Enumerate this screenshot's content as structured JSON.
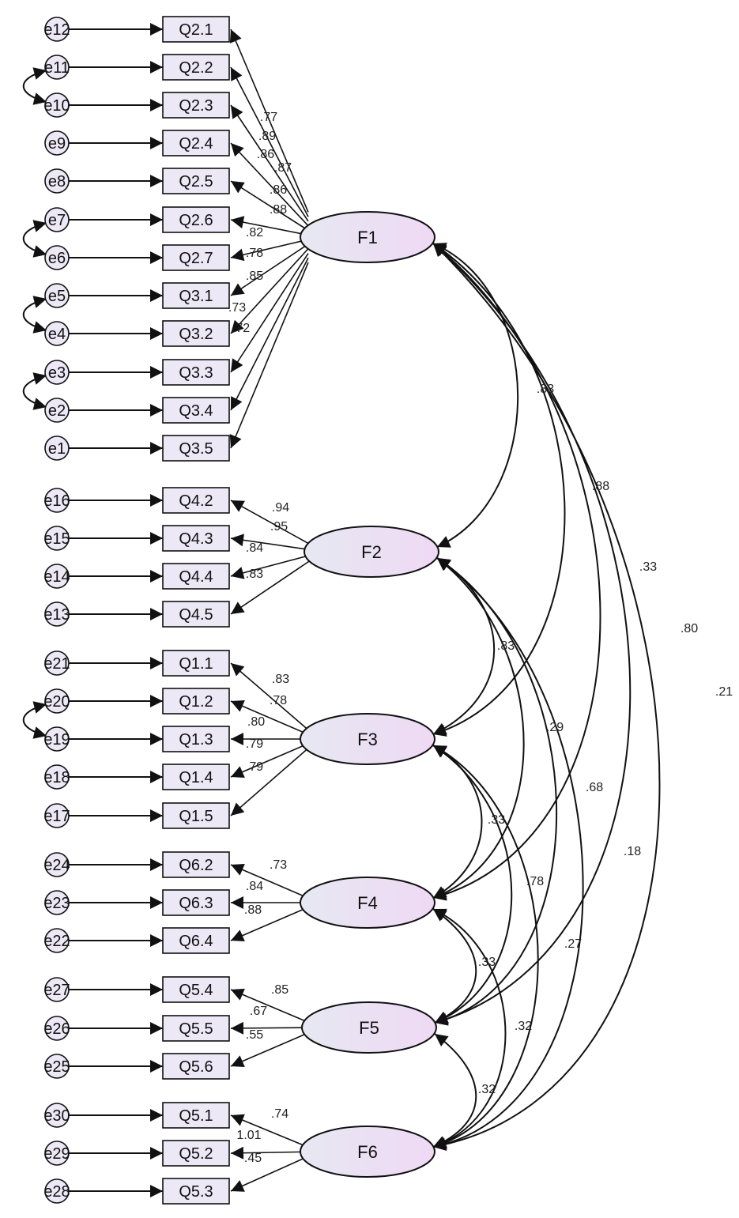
{
  "colors": {
    "stroke": "#111111",
    "fill_start": "#e6e8f2",
    "fill_end": "#efd9f4",
    "item_fill": "#ece8f6",
    "background": "#ffffff"
  },
  "factors": [
    {
      "id": "F1",
      "label": "F1"
    },
    {
      "id": "F2",
      "label": "F2"
    },
    {
      "id": "F3",
      "label": "F3"
    },
    {
      "id": "F4",
      "label": "F4"
    },
    {
      "id": "F5",
      "label": "F5"
    },
    {
      "id": "F6",
      "label": "F6"
    }
  ],
  "items": [
    {
      "label": "Q2.1",
      "error": "e12",
      "factor": "F1",
      "loading": ".77"
    },
    {
      "label": "Q2.2",
      "error": "e11",
      "factor": "F1",
      "loading": ".89"
    },
    {
      "label": "Q2.3",
      "error": "e10",
      "factor": "F1",
      "loading": ".86"
    },
    {
      "label": "Q2.4",
      "error": "e9",
      "factor": "F1",
      "loading": ".87"
    },
    {
      "label": "Q2.5",
      "error": "e8",
      "factor": "F1",
      "loading": ".86"
    },
    {
      "label": "Q2.6",
      "error": "e7",
      "factor": "F1",
      "loading": ".88"
    },
    {
      "label": "Q2.7",
      "error": "e6",
      "factor": "F1",
      "loading": ".82"
    },
    {
      "label": "Q3.1",
      "error": "e5",
      "factor": "F1",
      "loading": ".78"
    },
    {
      "label": "Q3.2",
      "error": "e4",
      "factor": "F1",
      "loading": ".85"
    },
    {
      "label": "Q3.3",
      "error": "e3",
      "factor": "F1",
      "loading": ".73"
    },
    {
      "label": "Q3.4",
      "error": "e2",
      "factor": "F1",
      "loading": ".72"
    },
    {
      "label": "Q3.5",
      "error": "e1",
      "factor": "F1",
      "loading": ""
    },
    {
      "label": "Q4.2",
      "error": "e16",
      "factor": "F2",
      "loading": ".94"
    },
    {
      "label": "Q4.3",
      "error": "e15",
      "factor": "F2",
      "loading": ".95"
    },
    {
      "label": "Q4.4",
      "error": "e14",
      "factor": "F2",
      "loading": ".84"
    },
    {
      "label": "Q4.5",
      "error": "e13",
      "factor": "F2",
      "loading": ".83"
    },
    {
      "label": "Q1.1",
      "error": "e21",
      "factor": "F3",
      "loading": ".83"
    },
    {
      "label": "Q1.2",
      "error": "e20",
      "factor": "F3",
      "loading": ".78"
    },
    {
      "label": "Q1.3",
      "error": "e19",
      "factor": "F3",
      "loading": ".80"
    },
    {
      "label": "Q1.4",
      "error": "e18",
      "factor": "F3",
      "loading": ".79"
    },
    {
      "label": "Q1.5",
      "error": "e17",
      "factor": "F3",
      "loading": ".79"
    },
    {
      "label": "Q6.2",
      "error": "e24",
      "factor": "F4",
      "loading": ".73"
    },
    {
      "label": "Q6.3",
      "error": "e23",
      "factor": "F4",
      "loading": ".84"
    },
    {
      "label": "Q6.4",
      "error": "e22",
      "factor": "F4",
      "loading": ".88"
    },
    {
      "label": "Q5.4",
      "error": "e27",
      "factor": "F5",
      "loading": ".85"
    },
    {
      "label": "Q5.5",
      "error": "e26",
      "factor": "F5",
      "loading": ".67"
    },
    {
      "label": "Q5.6",
      "error": "e25",
      "factor": "F5",
      "loading": ".55"
    },
    {
      "label": "Q5.1",
      "error": "e30",
      "factor": "F6",
      "loading": ".74"
    },
    {
      "label": "Q5.2",
      "error": "e29",
      "factor": "F6",
      "loading": "1.01"
    },
    {
      "label": "Q5.3",
      "error": "e28",
      "factor": "F6",
      "loading": ".45"
    }
  ],
  "error_covariances": [
    {
      "a": "e11",
      "b": "e10"
    },
    {
      "a": "e7",
      "b": "e6"
    },
    {
      "a": "e5",
      "b": "e4"
    },
    {
      "a": "e3",
      "b": "e2"
    },
    {
      "a": "e20",
      "b": "e19"
    }
  ],
  "factor_correlations": [
    {
      "a": "F1",
      "b": "F2",
      "value": ".83"
    },
    {
      "a": "F1",
      "b": "F3",
      "value": ".88"
    },
    {
      "a": "F1",
      "b": "F4",
      "value": ".33"
    },
    {
      "a": "F1",
      "b": "F5",
      "value": ".80"
    },
    {
      "a": "F1",
      "b": "F6",
      "value": ".21"
    },
    {
      "a": "F2",
      "b": "F3",
      "value": ".83"
    },
    {
      "a": "F2",
      "b": "F4",
      "value": ".29"
    },
    {
      "a": "F2",
      "b": "F5",
      "value": ".68"
    },
    {
      "a": "F2",
      "b": "F6",
      "value": ".18"
    },
    {
      "a": "F3",
      "b": "F4",
      "value": ".33"
    },
    {
      "a": "F3",
      "b": "F5",
      "value": ".78"
    },
    {
      "a": "F3",
      "b": "F6",
      "value": ".27"
    },
    {
      "a": "F4",
      "b": "F5",
      "value": ".33"
    },
    {
      "a": "F4",
      "b": "F6",
      "value": ".32"
    },
    {
      "a": "F5",
      "b": "F6",
      "value": ".32"
    }
  ]
}
